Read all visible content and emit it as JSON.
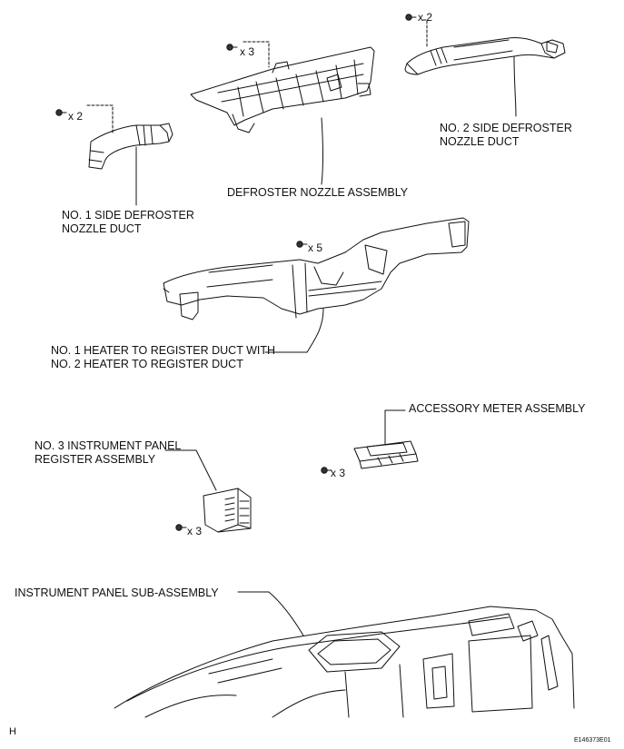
{
  "labels": {
    "side_defroster_2": [
      "NO. 2 SIDE DEFROSTER",
      "NOZZLE DUCT"
    ],
    "defroster_nozzle": "DEFROSTER NOZZLE ASSEMBLY",
    "side_defroster_1": [
      "NO. 1 SIDE DEFROSTER",
      "NOZZLE DUCT"
    ],
    "heater_ducts": [
      "NO. 1 HEATER TO REGISTER DUCT WITH",
      "NO. 2 HEATER TO REGISTER DUCT"
    ],
    "accessory_meter": "ACCESSORY METER ASSEMBLY",
    "register_3": [
      "NO. 3 INSTRUMENT PANEL",
      "REGISTER ASSEMBLY"
    ],
    "instrument_panel": "INSTRUMENT PANEL SUB-ASSEMBLY"
  },
  "fasteners": {
    "side2": "x 2",
    "nozzle": "x 3",
    "side1": "x 2",
    "heater": "x 5",
    "meter": "x 3",
    "register": "x 3"
  },
  "footer": {
    "view_letter": "H",
    "figure_id": "E146373E01"
  },
  "icons": [
    "screw-icon"
  ]
}
